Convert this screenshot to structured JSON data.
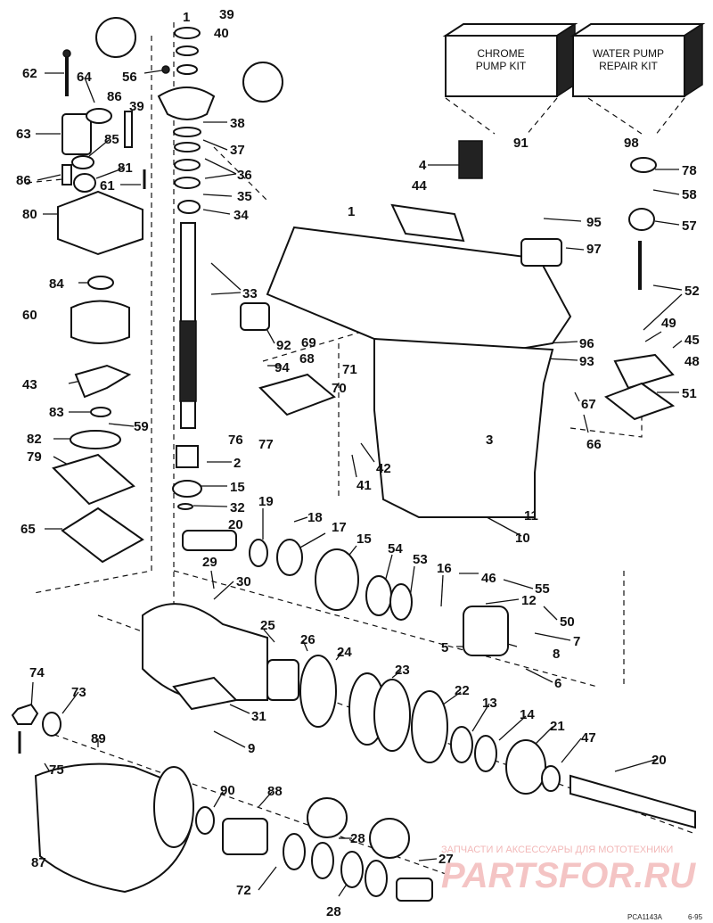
{
  "kits": {
    "chrome_pump_kit": [
      "CHROME",
      "PUMP KIT"
    ],
    "water_pump_repair_kit": [
      "WATER PUMP",
      "REPAIR KIT"
    ]
  },
  "labels": {
    "l1a": "1",
    "l39a": "39",
    "l40": "40",
    "l62": "62",
    "l64": "64",
    "l56": "56",
    "l86a": "86",
    "l39b": "39",
    "l38": "38",
    "l37": "37",
    "l36": "36",
    "l35": "35",
    "l34": "34",
    "l63": "63",
    "l85": "85",
    "l81": "81",
    "l86b": "86",
    "l61": "61",
    "l80": "80",
    "l91": "91",
    "l98": "98",
    "l4": "4",
    "l44": "44",
    "l1b": "1",
    "l95": "95",
    "l78": "78",
    "l58": "58",
    "l57": "57",
    "l97": "97",
    "l52": "52",
    "l84": "84",
    "l60": "60",
    "l33": "33",
    "l92": "92",
    "l69": "69",
    "l68": "68",
    "l94": "94",
    "l71": "71",
    "l70": "70",
    "l96": "96",
    "l93": "93",
    "l49": "49",
    "l45": "45",
    "l48": "48",
    "l43": "43",
    "l83": "83",
    "l59": "59",
    "l76": "76",
    "l77": "77",
    "l3": "3",
    "l67": "67",
    "l66": "66",
    "l51": "51",
    "l82": "82",
    "l79": "79",
    "l2": "2",
    "l42": "42",
    "l41": "41",
    "l15a": "15",
    "l32": "32",
    "l11": "11",
    "l19": "19",
    "l18": "18",
    "l65": "65",
    "l20a": "20",
    "l17": "17",
    "l15b": "15",
    "l10": "10",
    "l54": "54",
    "l53": "53",
    "l16": "16",
    "l46": "46",
    "l55": "55",
    "l12": "12",
    "l29": "29",
    "l30": "30",
    "l50": "50",
    "l7": "7",
    "l25": "25",
    "l5": "5",
    "l8": "8",
    "l26": "26",
    "l24": "24",
    "l6": "6",
    "l74": "74",
    "l23": "23",
    "l73": "73",
    "l22": "22",
    "l13": "13",
    "l14": "14",
    "l31": "31",
    "l21": "21",
    "l47": "47",
    "l89": "89",
    "l9": "9",
    "l75": "75",
    "l20b": "20",
    "l90": "90",
    "l88": "88",
    "l87": "87",
    "l28a": "28",
    "l27": "27",
    "l72": "72",
    "l28b": "28"
  },
  "footer": {
    "code": "PCA1143A",
    "date": "6-95"
  },
  "watermark": {
    "tagline": "ЗАПЧАСТИ И АКСЕССУАРЫ ДЛЯ МОТОТЕХНИКИ",
    "brand": "PARTSFOR.RU"
  }
}
